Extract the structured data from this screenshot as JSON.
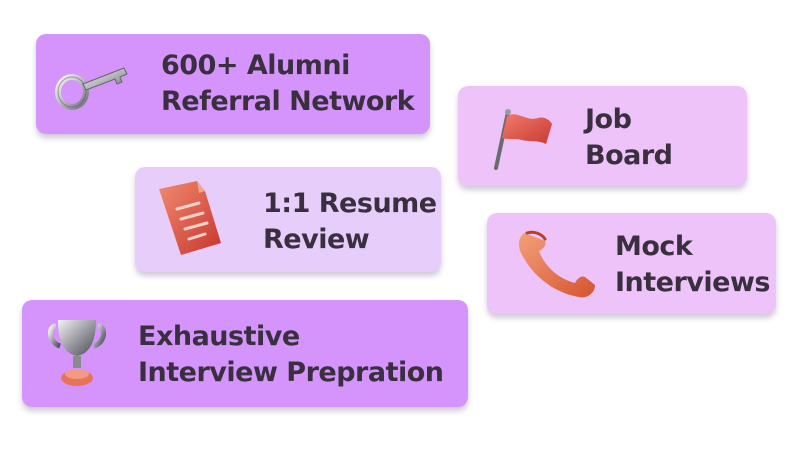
{
  "colors": {
    "card_strong": "#d494fb",
    "card_light": "#edc3f9",
    "card_pale": "#e6cdfa",
    "text": "#3a2f3f"
  },
  "cards": [
    {
      "id": "alumni",
      "icon": "key-icon",
      "lines": [
        "600+ Alumni",
        "Referral Network"
      ]
    },
    {
      "id": "job",
      "icon": "flag-icon",
      "lines": [
        "Job",
        "Board"
      ]
    },
    {
      "id": "resume",
      "icon": "document-icon",
      "lines": [
        "1:1 Resume",
        "Review"
      ]
    },
    {
      "id": "mock",
      "icon": "phone-icon",
      "lines": [
        "Mock",
        "Interviews"
      ]
    },
    {
      "id": "prep",
      "icon": "trophy-icon",
      "lines": [
        "Exhaustive",
        "Interview Prepration"
      ]
    }
  ]
}
